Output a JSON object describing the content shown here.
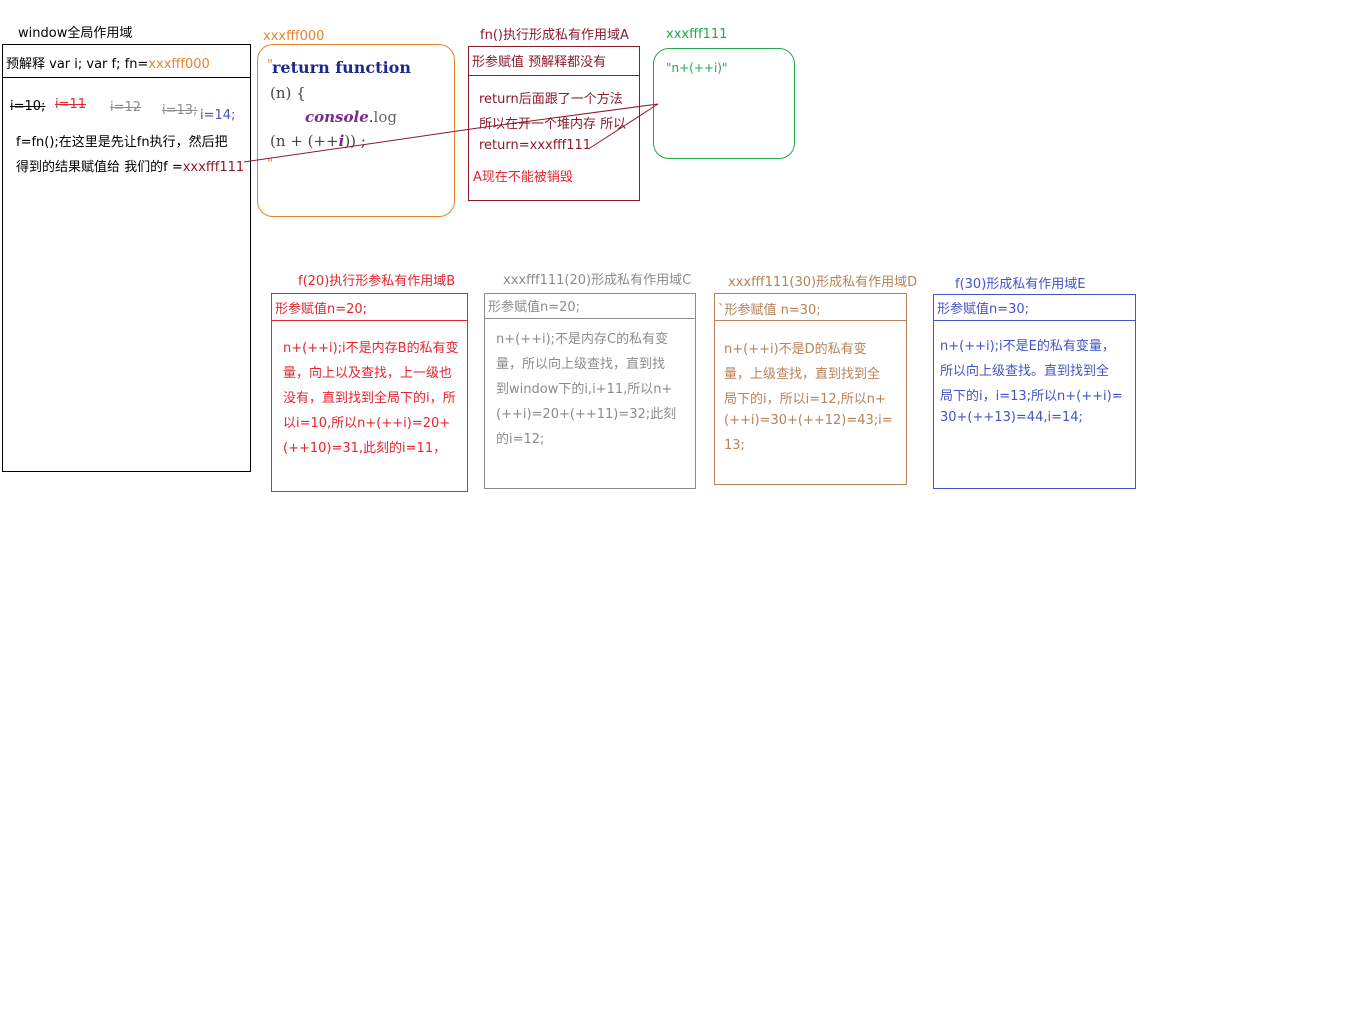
{
  "window": {
    "title": "window全局作用域",
    "header_prefix": "预解释 var i;  var f;  fn=",
    "header_addr": "xxxfff000",
    "i_values": [
      "i=10;",
      "i=11",
      "i=12",
      "i=13;",
      "i=14;"
    ],
    "line1": "f=fn();在这里是先让fn执行，然后把",
    "line2_prefix": "得到的结果赋值给  我们的f  =",
    "line2_addr": "xxxfff111"
  },
  "heap000": {
    "title": "xxxfff000",
    "quote_top": "\"",
    "code_return": "return",
    "code_function": "function",
    "code_params": "(n)  {",
    "code_console": "console",
    "code_dot": ".",
    "code_log": "log",
    "code_expr_a": "(n  +  (++",
    "code_i": "i",
    "code_expr_b": "))  ;",
    "quote_bottom": "\""
  },
  "scopeA": {
    "title": "fn()执行形成私有作用域A",
    "header": "形参赋值  预解释都没有",
    "lines": [
      "return后面跟了一个方法",
      "所以在开一个堆内存 所以",
      "return=xxxfff111"
    ],
    "note": "A现在不能被销毁"
  },
  "heap111": {
    "title": "xxxfff111",
    "content": "\"n+(++i)\""
  },
  "scopeB": {
    "title": "f(20)执行形参私有作用域B",
    "header": "形参赋值n=20;",
    "lines": [
      "n+(++i);i不是内存B的私有变",
      "量，向上以及查找，上一级也",
      "没有，直到找到全局下的i，所",
      "以i=10,所以n+(++i)=20+",
      "(++10)=31,此刻的i=11，"
    ]
  },
  "scopeC": {
    "title": "xxxfff111(20)形成私有作用域C",
    "header": "形参赋值n=20;",
    "lines": [
      "n+(++i);不是内存C的私有变",
      "量，所以向上级查找，直到找",
      "到window下的i,i+11,所以n+",
      "(++i)=20+(++11)=32;此刻",
      "的i=12;"
    ]
  },
  "scopeD": {
    "title": "xxxfff111(30)形成私有作用域D",
    "header": "`形参赋值 n=30;",
    "lines": [
      "n+(++i)不是D的私有变",
      "量，上级查找，直到找到全",
      "局下的i，所以i=12,所以n+",
      "(++i)=30+(++12)=43;i=",
      "13;"
    ]
  },
  "scopeE": {
    "title": "f(30)形成私有作用域E",
    "header": "形参赋值n=30;",
    "lines": [
      "n+(++i);i不是E的私有变量，",
      "所以向上级查找。直到找到全",
      "局下的i，i=13;所以n+(++i)=",
      "30+(++13)=44,i=14;"
    ]
  },
  "colors": {
    "orange": "#e8822e",
    "green": "#22a84a",
    "darkred": "#8b1a2b",
    "red": "#e8242f",
    "gray": "#8c8c8c",
    "brown": "#b8825a",
    "blue": "#4454c4",
    "navy": "#1c2a8c",
    "purple": "#7a2a8c"
  }
}
